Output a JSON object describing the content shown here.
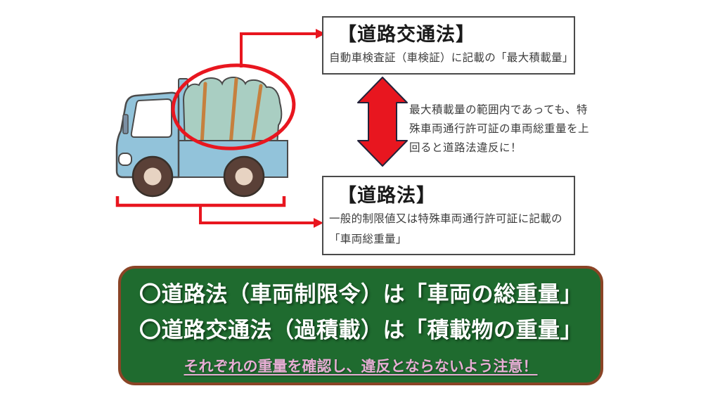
{
  "colors": {
    "red": "#e8161f",
    "ink": "#3c3c3c",
    "box-border": "#4a4a4a",
    "green-bg": "#1f6b2f",
    "green-border": "#8a4426",
    "white-text": "#ffffff",
    "pink-text": "#e6aed4",
    "truck-blue": "#92c3da",
    "tarp-green": "#a9cec2",
    "strap-orange": "#c6803e",
    "wheel-brown": "#5a4037",
    "wheel-hub": "#e7d3c2",
    "mirror-gray": "#7b8fa3",
    "outline": "#4a4a4a"
  },
  "icons": {
    "truck": "truck-illustration",
    "cargo_highlight": "cargo-highlight-ellipse",
    "double_arrow": "red-double-arrow",
    "cargo_connector": "cargo-to-traffic-law-arrow",
    "vehicle_connector": "vehicle-to-road-law-arrow"
  },
  "law_traffic_box": {
    "title": "【道路交通法】",
    "body": "自動車検査証（車検証）に記載の「最大積載量」"
  },
  "law_road_box": {
    "title": "【道路法】",
    "body_line1": "一般的制限値又は特殊車両通行許可証に記載の",
    "body_line2": "「車両総重量」"
  },
  "arrow_note": {
    "line1": "最大積載量の範囲内であっても、特",
    "line2": "殊車両通行許可証の車両総重量を上",
    "line3": "回ると道路法違反に！"
  },
  "summary_box": {
    "line1": "〇道路法（車両制限令）は「車両の総重量」",
    "line2": "〇道路交通法（過積載）は「積載物の重量」",
    "warning": "それぞれの重量を確認し、違反とならないよう注意！"
  }
}
